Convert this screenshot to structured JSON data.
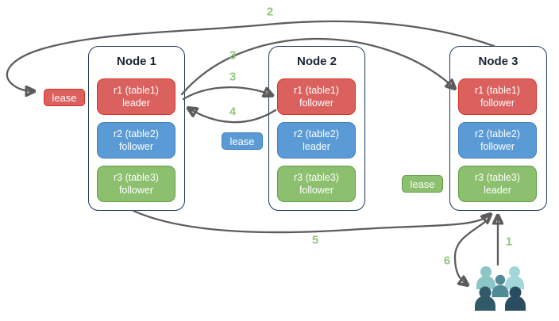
{
  "diagram": {
    "nodes": [
      {
        "title": "Node 1",
        "replicas": [
          {
            "name": "r1 (table1)",
            "role": "leader",
            "color": "red"
          },
          {
            "name": "r2 (table2)",
            "role": "follower",
            "color": "blue"
          },
          {
            "name": "r3 (table3)",
            "role": "follower",
            "color": "green"
          }
        ]
      },
      {
        "title": "Node 2",
        "replicas": [
          {
            "name": "r1 (table1)",
            "role": "follower",
            "color": "red"
          },
          {
            "name": "r2 (table2)",
            "role": "leader",
            "color": "blue"
          },
          {
            "name": "r3 (table3)",
            "role": "follower",
            "color": "green"
          }
        ]
      },
      {
        "title": "Node 3",
        "replicas": [
          {
            "name": "r1 (table1)",
            "role": "follower",
            "color": "red"
          },
          {
            "name": "r2 (table2)",
            "role": "follower",
            "color": "blue"
          },
          {
            "name": "r3 (table3)",
            "role": "leader",
            "color": "green"
          }
        ]
      }
    ],
    "leases": [
      {
        "label": "lease",
        "color": "red"
      },
      {
        "label": "lease",
        "color": "blue"
      },
      {
        "label": "lease",
        "color": "green"
      }
    ],
    "steps": {
      "s1": "1",
      "s2": "2",
      "s3_upper": "3",
      "s3_lower": "3",
      "s4": "4",
      "s5": "5",
      "s6": "6"
    },
    "colors": {
      "replica_red": "#db615e",
      "replica_red_border": "#dd2f24",
      "replica_blue": "#5b9bd5",
      "replica_blue_border": "#417fc0",
      "replica_green": "#8cbf6e",
      "replica_green_border": "#5f9f45",
      "node_border": "#1e3a5f",
      "node_title": "#1b2433",
      "arrow": "#5c5c5c",
      "step_number": "#92c77d",
      "user_back_left": "#8bc5c5",
      "user_back_right": "#a3d6d8",
      "user_middle": "#4f8a96",
      "user_front_left": "#315a68",
      "user_front_right": "#2b4d61"
    }
  }
}
